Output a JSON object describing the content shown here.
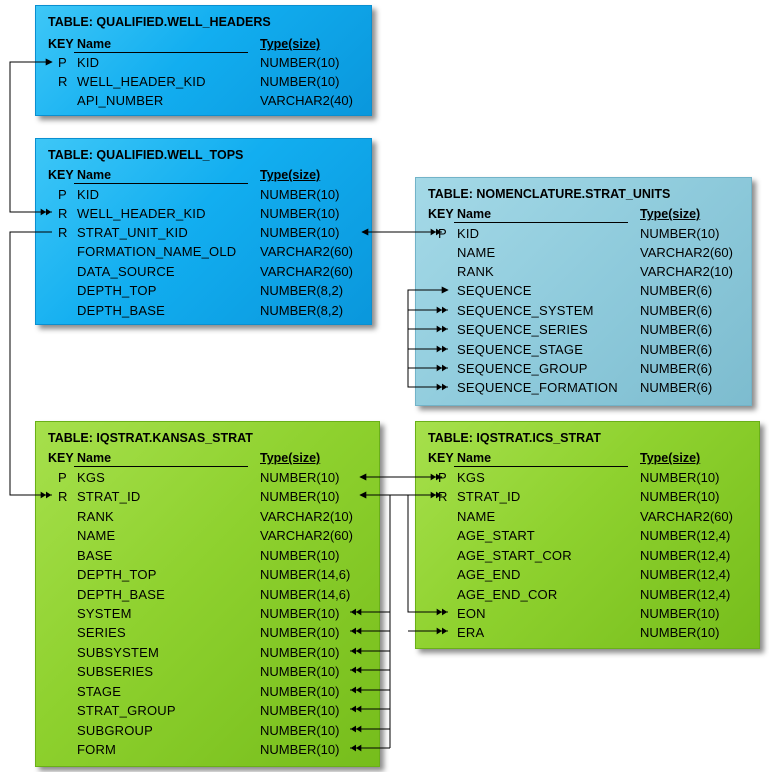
{
  "header_labels": {
    "key": "KEY",
    "name": "Name",
    "type": "Type(size)"
  },
  "tables": [
    {
      "title": "TABLE:  QUALIFIED.WELL_HEADERS",
      "rows": [
        {
          "key": "P",
          "name": "KID",
          "type": "NUMBER(10)"
        },
        {
          "key": "R",
          "name": "WELL_HEADER_KID",
          "type": "NUMBER(10)"
        },
        {
          "key": "",
          "name": "API_NUMBER",
          "type": "VARCHAR2(40)"
        }
      ]
    },
    {
      "title": "TABLE: QUALIFIED.WELL_TOPS",
      "rows": [
        {
          "key": "P",
          "name": "KID",
          "type": "NUMBER(10)"
        },
        {
          "key": "R",
          "name": "WELL_HEADER_KID",
          "type": "NUMBER(10)"
        },
        {
          "key": "R",
          "name": "STRAT_UNIT_KID",
          "type": "NUMBER(10)"
        },
        {
          "key": "",
          "name": "FORMATION_NAME_OLD",
          "type": "VARCHAR2(60)"
        },
        {
          "key": "",
          "name": "DATA_SOURCE",
          "type": "VARCHAR2(60)"
        },
        {
          "key": "",
          "name": "DEPTH_TOP",
          "type": "NUMBER(8,2)"
        },
        {
          "key": "",
          "name": "DEPTH_BASE",
          "type": "NUMBER(8,2)"
        }
      ]
    },
    {
      "title": "TABLE: NOMENCLATURE.STRAT_UNITS",
      "rows": [
        {
          "key": "P",
          "name": "KID",
          "type": "NUMBER(10)"
        },
        {
          "key": "",
          "name": "NAME",
          "type": "VARCHAR2(60)"
        },
        {
          "key": "",
          "name": "RANK",
          "type": "VARCHAR2(10)"
        },
        {
          "key": "",
          "name": "SEQUENCE",
          "type": "NUMBER(6)"
        },
        {
          "key": "",
          "name": "SEQUENCE_SYSTEM",
          "type": "NUMBER(6)"
        },
        {
          "key": "",
          "name": "SEQUENCE_SERIES",
          "type": "NUMBER(6)"
        },
        {
          "key": "",
          "name": "SEQUENCE_STAGE",
          "type": "NUMBER(6)"
        },
        {
          "key": "",
          "name": "SEQUENCE_GROUP",
          "type": "NUMBER(6)"
        },
        {
          "key": "",
          "name": "SEQUENCE_FORMATION",
          "type": "NUMBER(6)"
        }
      ]
    },
    {
      "title": "TABLE: IQSTRAT.KANSAS_STRAT",
      "rows": [
        {
          "key": "P",
          "name": "KGS",
          "type": "NUMBER(10)"
        },
        {
          "key": "R",
          "name": "STRAT_ID",
          "type": "NUMBER(10)"
        },
        {
          "key": "",
          "name": "RANK",
          "type": "VARCHAR2(10)"
        },
        {
          "key": "",
          "name": "NAME",
          "type": "VARCHAR2(60)"
        },
        {
          "key": "",
          "name": "BASE",
          "type": "NUMBER(10)"
        },
        {
          "key": "",
          "name": "DEPTH_TOP",
          "type": "NUMBER(14,6)"
        },
        {
          "key": "",
          "name": "DEPTH_BASE",
          "type": "NUMBER(14,6)"
        },
        {
          "key": "",
          "name": "SYSTEM",
          "type": "NUMBER(10)"
        },
        {
          "key": "",
          "name": "SERIES",
          "type": "NUMBER(10)"
        },
        {
          "key": "",
          "name": "SUBSYSTEM",
          "type": "NUMBER(10)"
        },
        {
          "key": "",
          "name": "SUBSERIES",
          "type": "NUMBER(10)"
        },
        {
          "key": "",
          "name": "STAGE",
          "type": "NUMBER(10)"
        },
        {
          "key": "",
          "name": "STRAT_GROUP",
          "type": "NUMBER(10)"
        },
        {
          "key": "",
          "name": "SUBGROUP",
          "type": "NUMBER(10)"
        },
        {
          "key": "",
          "name": "FORM",
          "type": "NUMBER(10)"
        }
      ]
    },
    {
      "title": "TABLE: IQSTRAT.ICS_STRAT",
      "rows": [
        {
          "key": "P",
          "name": "KGS",
          "type": "NUMBER(10)"
        },
        {
          "key": "R",
          "name": "STRAT_ID",
          "type": "NUMBER(10)"
        },
        {
          "key": "",
          "name": "NAME",
          "type": "VARCHAR2(60)"
        },
        {
          "key": "",
          "name": "AGE_START",
          "type": "NUMBER(12,4)"
        },
        {
          "key": "",
          "name": "AGE_START_COR",
          "type": "NUMBER(12,4)"
        },
        {
          "key": "",
          "name": "AGE_END",
          "type": "NUMBER(12,4)"
        },
        {
          "key": "",
          "name": "AGE_END_COR",
          "type": "NUMBER(12,4)"
        },
        {
          "key": "",
          "name": "EON",
          "type": "NUMBER(10)"
        },
        {
          "key": "",
          "name": "ERA",
          "type": "NUMBER(10)"
        }
      ]
    }
  ]
}
